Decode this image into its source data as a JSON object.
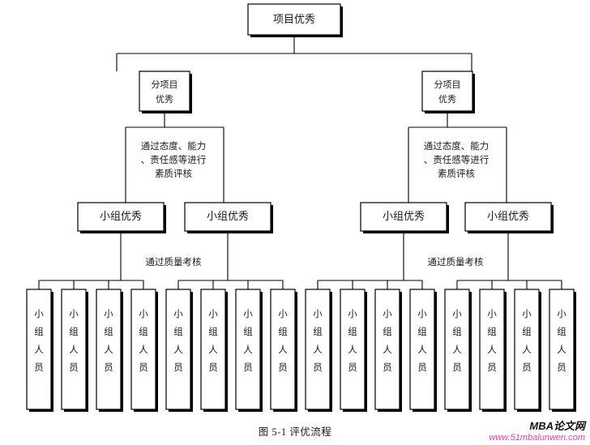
{
  "figure": {
    "caption": "图 5-1  评优流程",
    "root": {
      "label": "项目优秀"
    },
    "level2": [
      {
        "label_line1": "分项目",
        "label_line2": "优秀"
      },
      {
        "label_line1": "分项目",
        "label_line2": "优秀"
      }
    ],
    "criteria_labels": [
      {
        "line1": "通过态度、能力",
        "line2": "、责任感等进行",
        "line3": "素质评核"
      },
      {
        "line1": "通过态度、能力",
        "line2": "、责任感等进行",
        "line3": "素质评核"
      }
    ],
    "level3": [
      {
        "label": "小组优秀"
      },
      {
        "label": "小组优秀"
      },
      {
        "label": "小组优秀"
      },
      {
        "label": "小组优秀"
      }
    ],
    "quality_labels": [
      {
        "text": "通过质量考核"
      },
      {
        "text": "通过质量考核"
      }
    ],
    "leaves": [
      {
        "chars": "小组人员"
      },
      {
        "chars": "小组人员"
      },
      {
        "chars": "小组人员"
      },
      {
        "chars": "小组人员"
      },
      {
        "chars": "小组人员"
      },
      {
        "chars": "小组人员"
      },
      {
        "chars": "小组人员"
      },
      {
        "chars": "小组人员"
      },
      {
        "chars": "小组人员"
      },
      {
        "chars": "小组人员"
      },
      {
        "chars": "小组人员"
      },
      {
        "chars": "小组人员"
      },
      {
        "chars": "小组人员"
      },
      {
        "chars": "小组人员"
      },
      {
        "chars": "小组人员"
      },
      {
        "chars": "小组人员"
      }
    ]
  },
  "watermark": {
    "name": "MBA论文网",
    "url": "www.51mbalunwen.com",
    "name_color": "#111111",
    "url_color": "#e83fa8"
  }
}
